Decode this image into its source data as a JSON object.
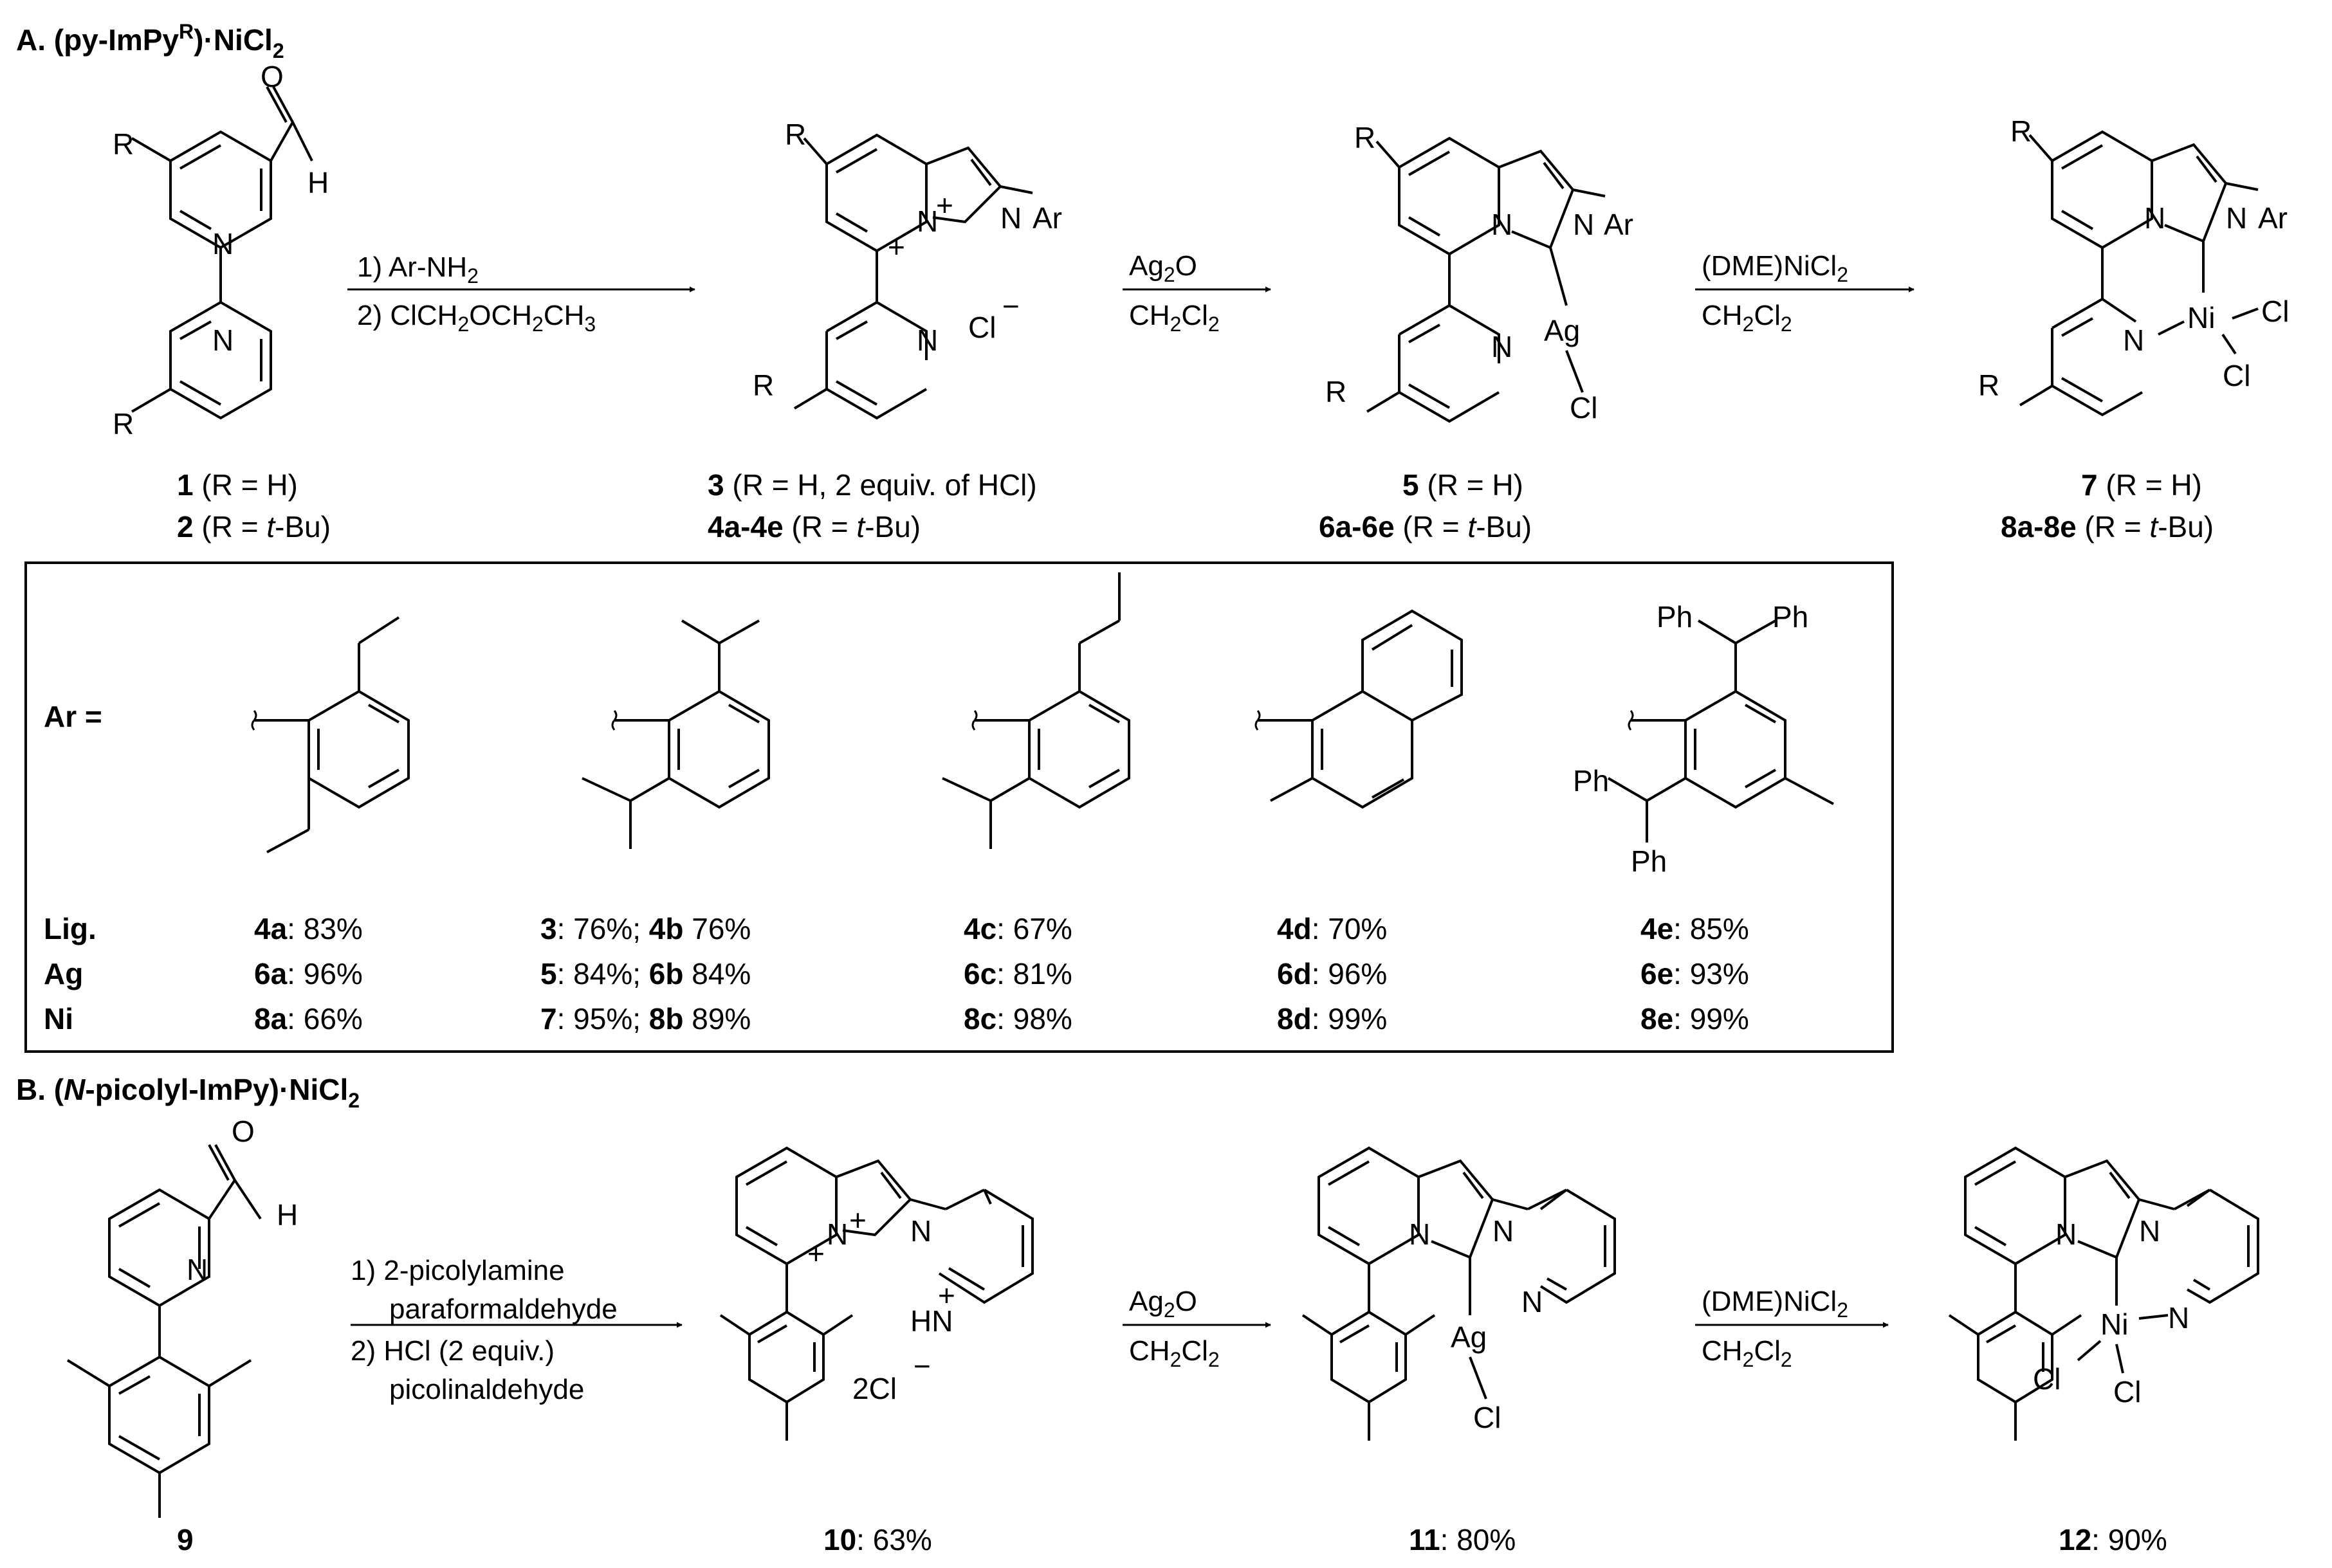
{
  "section_a": {
    "title_pre": "A. (py-ImPy",
    "title_sup": "R",
    "title_dot": "·",
    "title_ni": "NiCl",
    "title_sub": "2"
  },
  "section_b": {
    "title_pre": "B. (",
    "title_n": "N",
    "title_mid": "-picolyl-ImPy)",
    "title_dot": "·",
    "title_ni": "NiCl",
    "title_sub": "2"
  },
  "atoms": {
    "R": "R",
    "N": "N",
    "O": "O",
    "H": "H",
    "Ar": "Ar",
    "Ag": "Ag",
    "Ni": "Ni",
    "Cl": "Cl",
    "Ph": "Ph",
    "plus": "+",
    "minus": "−",
    "HN": "HN",
    "two_cl": "2Cl"
  },
  "arrows_a": {
    "a1_l1": "1) Ar-NH",
    "a1_l1_sub": "2",
    "a1_l2": "2) ClCH",
    "a1_l2_sub1": "2",
    "a1_l2_mid": "OCH",
    "a1_l2_sub2": "2",
    "a1_l2_end": "CH",
    "a1_l2_sub3": "3",
    "a2_top": "Ag",
    "a2_top_sub": "2",
    "a2_top_end": "O",
    "a2_bot": "CH",
    "a2_bot_sub1": "2",
    "a2_bot_mid": "Cl",
    "a2_bot_sub2": "2",
    "a3_top": "(DME)NiCl",
    "a3_top_sub": "2",
    "a3_bot": "CH",
    "a3_bot_sub1": "2",
    "a3_bot_mid": "Cl",
    "a3_bot_sub2": "2"
  },
  "arrows_b": {
    "b1_l1": "1) 2-picolylamine",
    "b1_l2": "paraformaldehyde",
    "b1_l3": "2) HCl (2 equiv.)",
    "b1_l4": "picolinaldehyde",
    "b2_top": "Ag",
    "b2_top_sub": "2",
    "b2_top_end": "O",
    "b2_bot": "CH",
    "b2_bot_sub1": "2",
    "b2_bot_mid": "Cl",
    "b2_bot_sub2": "2",
    "b3_top": "(DME)NiCl",
    "b3_top_sub": "2",
    "b3_bot": "CH",
    "b3_bot_sub1": "2",
    "b3_bot_mid": "Cl",
    "b3_bot_sub2": "2"
  },
  "compound_labels_a": {
    "c1_num": "1",
    "c1_txt": " (R = H)",
    "c2_num": "2",
    "c2_txt": " (R = ",
    "c2_it": "t",
    "c2_end": "-Bu)",
    "c3_num": "3",
    "c3_txt": " (R = H, 2 equiv. of HCl)",
    "c4_num": "4a-4e",
    "c4_txt": " (R = ",
    "c4_it": "t",
    "c4_end": "-Bu)",
    "c5_num": "5",
    "c5_txt": " (R = H)",
    "c6_num": "6a-6e",
    "c6_txt": " (R = ",
    "c6_it": "t",
    "c6_end": "-Bu)",
    "c7_num": "7",
    "c7_txt": " (R = H)",
    "c8_num": "8a-8e",
    "c8_txt": " (R = ",
    "c8_it": "t",
    "c8_end": "-Bu)"
  },
  "table": {
    "ar_label": "Ar =",
    "row_labels": [
      "Lig.",
      "Ag",
      "Ni"
    ],
    "col_a": [
      {
        "b": "4a",
        "t": ": 83%"
      },
      {
        "b": "6a",
        "t": ": 96%"
      },
      {
        "b": "8a",
        "t": ": 66%"
      }
    ],
    "col_b": [
      {
        "b": "3",
        "t": ": 76%; ",
        "b2": "4b",
        "t2": " 76%"
      },
      {
        "b": "5",
        "t": ": 84%; ",
        "b2": "6b",
        "t2": " 84%"
      },
      {
        "b": "7",
        "t": ": 95%; ",
        "b2": "8b",
        "t2": " 89%"
      }
    ],
    "col_c": [
      {
        "b": "4c",
        "t": ": 67%"
      },
      {
        "b": "6c",
        "t": ": 81%"
      },
      {
        "b": "8c",
        "t": ": 98%"
      }
    ],
    "col_d": [
      {
        "b": "4d",
        "t": ": 70%"
      },
      {
        "b": "6d",
        "t": ": 96%"
      },
      {
        "b": "8d",
        "t": ": 99%"
      }
    ],
    "col_e": [
      {
        "b": "4e",
        "t": ": 85%"
      },
      {
        "b": "6e",
        "t": ": 93%"
      },
      {
        "b": "8e",
        "t": ": 99%"
      }
    ]
  },
  "compound_labels_b": {
    "c9": "9",
    "c10_num": "10",
    "c10_txt": ": 63%",
    "c11_num": "11",
    "c11_txt": ": 80%",
    "c12_num": "12",
    "c12_txt": ": 90%"
  }
}
